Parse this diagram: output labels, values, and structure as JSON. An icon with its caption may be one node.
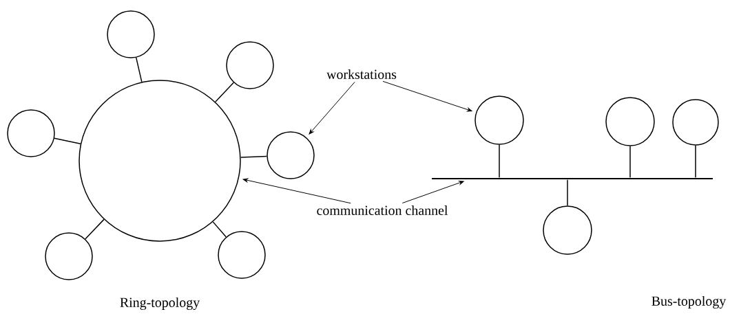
{
  "diagram": {
    "nodes": [
      {
        "text": [],
        "shape": "circle"
      },
      {
        "text": [],
        "shape": "circle"
      },
      {
        "text": [],
        "shape": "circle"
      },
      {
        "text": [],
        "shape": "circle"
      },
      {
        "text": [],
        "shape": "circle"
      },
      {
        "text": [],
        "shape": "circle"
      },
      {
        "text": [],
        "shape": "circle"
      },
      {
        "text": [],
        "shape": "bar"
      },
      {
        "text": [],
        "shape": "circle"
      },
      {
        "text": [],
        "shape": "circle"
      },
      {
        "text": [],
        "shape": "circle"
      },
      {
        "text": [],
        "shape": "circle"
      },
      {
        "text": [
          "workstations"
        ]
      },
      {
        "text": [
          "communication channel"
        ]
      }
    ],
    "edges": [
      {
        "from": 0,
        "to": 1,
        "arrow": "none"
      },
      {
        "from": 0,
        "to": 2,
        "arrow": "none"
      },
      {
        "from": 0,
        "to": 3,
        "arrow": "none"
      },
      {
        "from": 0,
        "to": 4,
        "arrow": "none"
      },
      {
        "from": 0,
        "to": 5,
        "arrow": "none"
      },
      {
        "from": 0,
        "to": 6,
        "arrow": "none"
      },
      {
        "from": 8,
        "to": 7,
        "arrow": "none"
      },
      {
        "from": 9,
        "to": 7,
        "arrow": "none"
      },
      {
        "from": 10,
        "to": 7,
        "arrow": "none"
      },
      {
        "from": 11,
        "to": 7,
        "arrow": "none"
      },
      {
        "from": 12,
        "to": 6,
        "arrow": "to"
      },
      {
        "from": 12,
        "to": 8,
        "arrow": "to"
      },
      {
        "from": 13,
        "to": 0,
        "arrow": "to"
      },
      {
        "from": 13,
        "to": 7,
        "arrow": "to"
      }
    ],
    "labels": [
      "Ring-topology",
      "Bus-topology"
    ]
  }
}
